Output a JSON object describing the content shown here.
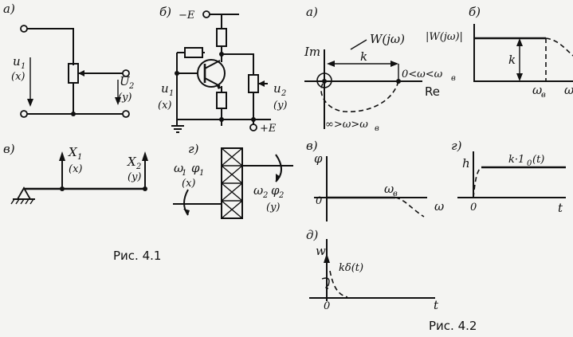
{
  "fig41": {
    "caption": "Рис. 4.1",
    "panel_a": {
      "letter": "а)",
      "u1": "u",
      "u1_sub": "1",
      "x": "(x)",
      "u2": "U",
      "u2_sub": "2",
      "y": "(y)"
    },
    "panel_b": {
      "letter": "б)",
      "supply_neg": "−E",
      "supply_pos": "+E",
      "u1": "u",
      "u1_sub": "1",
      "x": "(x)",
      "u2": "u",
      "u2_sub": "2",
      "y": "(y)"
    },
    "panel_v": {
      "letter": "в)",
      "x1": "X",
      "x1_sub": "1",
      "x": "(x)",
      "x2": "X",
      "x2_sub": "2",
      "y": "(y)"
    },
    "panel_g": {
      "letter": "г)",
      "in": "ω",
      "in_sub": "1",
      "in_phi": "φ",
      "in_phi_sub": "1",
      "x": "(x)",
      "out": "ω",
      "out_sub": "2",
      "out_phi": "φ",
      "out_phi_sub": "2",
      "y": "(y)"
    }
  },
  "fig42": {
    "caption": "Рис. 4.2",
    "panel_a": {
      "letter": "а)",
      "im": "Im",
      "re": "Re",
      "w": "W(jω)",
      "k": "k",
      "range_low": "0<ω<ω",
      "range_low_sub": "в",
      "range_high": "∞>ω>ω",
      "range_high_sub": "в"
    },
    "panel_b": {
      "letter": "б)",
      "ylabel": "|W(jω)|",
      "k": "k",
      "omega": "ω",
      "omega_sub": "в",
      "xlabel": "ω"
    },
    "panel_v": {
      "letter": "в)",
      "ylabel": "φ",
      "zero": "0",
      "omega": "ω",
      "omega_sub": "в",
      "xlabel": "ω"
    },
    "panel_g": {
      "letter": "г)",
      "ylabel": "h",
      "curve": "k·1",
      "curve_sub": "0",
      "curve_tail": "(t)",
      "zero": "0",
      "xlabel": "t"
    },
    "panel_d": {
      "letter": "д)",
      "ylabel": "w",
      "curve": "kδ(t)",
      "zero": "0",
      "xlabel": "t"
    }
  }
}
